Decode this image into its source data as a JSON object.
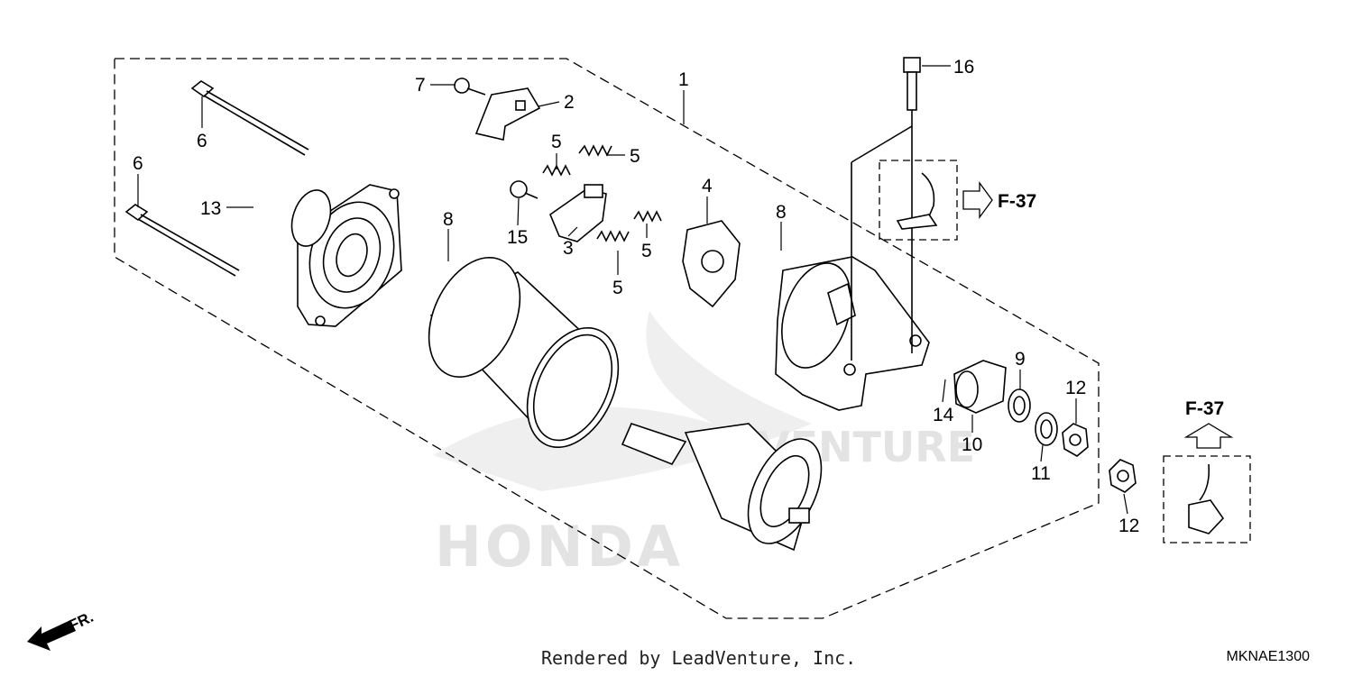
{
  "callouts": [
    {
      "id": "c1",
      "text": "1"
    },
    {
      "id": "c2",
      "text": "2"
    },
    {
      "id": "c3",
      "text": "3"
    },
    {
      "id": "c4",
      "text": "4"
    },
    {
      "id": "c5a",
      "text": "5"
    },
    {
      "id": "c5b",
      "text": "5"
    },
    {
      "id": "c5c",
      "text": "5"
    },
    {
      "id": "c5d",
      "text": "5"
    },
    {
      "id": "c6a",
      "text": "6"
    },
    {
      "id": "c6b",
      "text": "6"
    },
    {
      "id": "c7",
      "text": "7"
    },
    {
      "id": "c8a",
      "text": "8"
    },
    {
      "id": "c8b",
      "text": "8"
    },
    {
      "id": "c9",
      "text": "9"
    },
    {
      "id": "c10",
      "text": "10"
    },
    {
      "id": "c11",
      "text": "11"
    },
    {
      "id": "c12a",
      "text": "12"
    },
    {
      "id": "c12b",
      "text": "12"
    },
    {
      "id": "c13",
      "text": "13"
    },
    {
      "id": "c14",
      "text": "14"
    },
    {
      "id": "c15",
      "text": "15"
    },
    {
      "id": "c16",
      "text": "16"
    }
  ],
  "references": {
    "ref_a": "F-37",
    "ref_b": "F-37"
  },
  "front_marker": "FR.",
  "watermark": {
    "brand": "HONDA",
    "dealer": "VENTURE"
  },
  "footer": {
    "rendered_by": "Rendered by LeadVenture, Inc.",
    "diagram_code": "MKNAE1300"
  }
}
